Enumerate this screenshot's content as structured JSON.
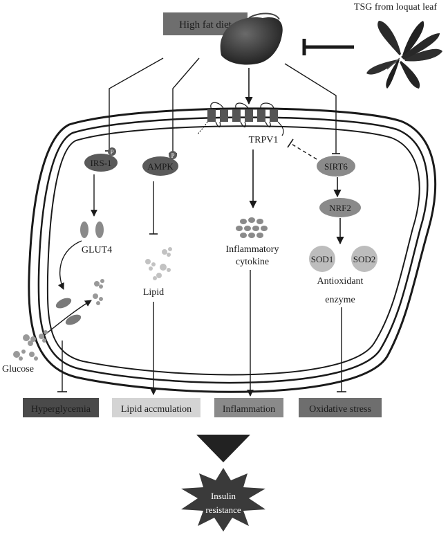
{
  "top": {
    "diet_label": "High fat diet",
    "leaf_label": "TSG from loquat leaf"
  },
  "membrane": {
    "channel_label": "TRPV1"
  },
  "pathways": {
    "irs1": "IRS-1",
    "ampk": "AMPK",
    "sirt6": "SIRT6",
    "nrf2": "NRF2",
    "glut4": "GLUT4",
    "glucose": "Glucose",
    "lipid": "Lipid",
    "cytokine_line1": "Inflammatory",
    "cytokine_line2": "cytokine",
    "sod1": "SOD1",
    "sod2": "SOD2",
    "antioxidant_line1": "Antioxidant",
    "antioxidant_line2": "enzyme",
    "phospho": "P"
  },
  "outcomes": {
    "hyperglycemia": "Hyperglycemia",
    "lipid_acc": "Lipid accmulation",
    "inflammation": "Inflammation",
    "oxidative": "Oxidative stress"
  },
  "result": {
    "line1": "Insulin",
    "line2": "resistance"
  },
  "colors": {
    "dark_box": "#4a4a4a",
    "light_box": "#d4d4d4",
    "mid_box": "#6e6e6e",
    "node_dark": "#5a5a5a",
    "node_mid": "#8a8a8a",
    "node_light": "#bdbdbd",
    "line": "#1a1a1a"
  }
}
